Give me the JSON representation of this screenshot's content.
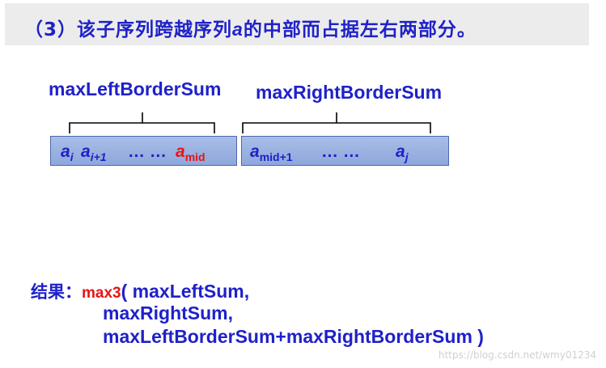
{
  "title": {
    "prefix": "（3）该子序列跨越序列",
    "var": "a",
    "suffix": "的中部而占据左右两部分。"
  },
  "labels": {
    "left": "maxLeftBorderSum",
    "right": "maxRightBorderSum"
  },
  "left_segment": {
    "a_i": "a",
    "a_i_sub": "i",
    "a_i1": "a",
    "a_i1_sub": "i+1",
    "dots": "… …",
    "a_mid": "a",
    "a_mid_sub": "mid"
  },
  "right_segment": {
    "a_mid1": "a",
    "a_mid1_sub": "mid+1",
    "dots": "… …",
    "a_j": "a",
    "a_j_sub": "j"
  },
  "result": {
    "label": "结果：",
    "func": "max3",
    "line1": "( maxLeftSum,",
    "line2": "maxRightSum,",
    "line3": "maxLeftBorderSum+maxRightBorderSum )"
  },
  "watermark": "https://blog.csdn.net/wmy01234",
  "colors": {
    "text_blue": "#1f21c8",
    "highlight_red": "#e81414",
    "box_fill": "#9bb1e0"
  }
}
